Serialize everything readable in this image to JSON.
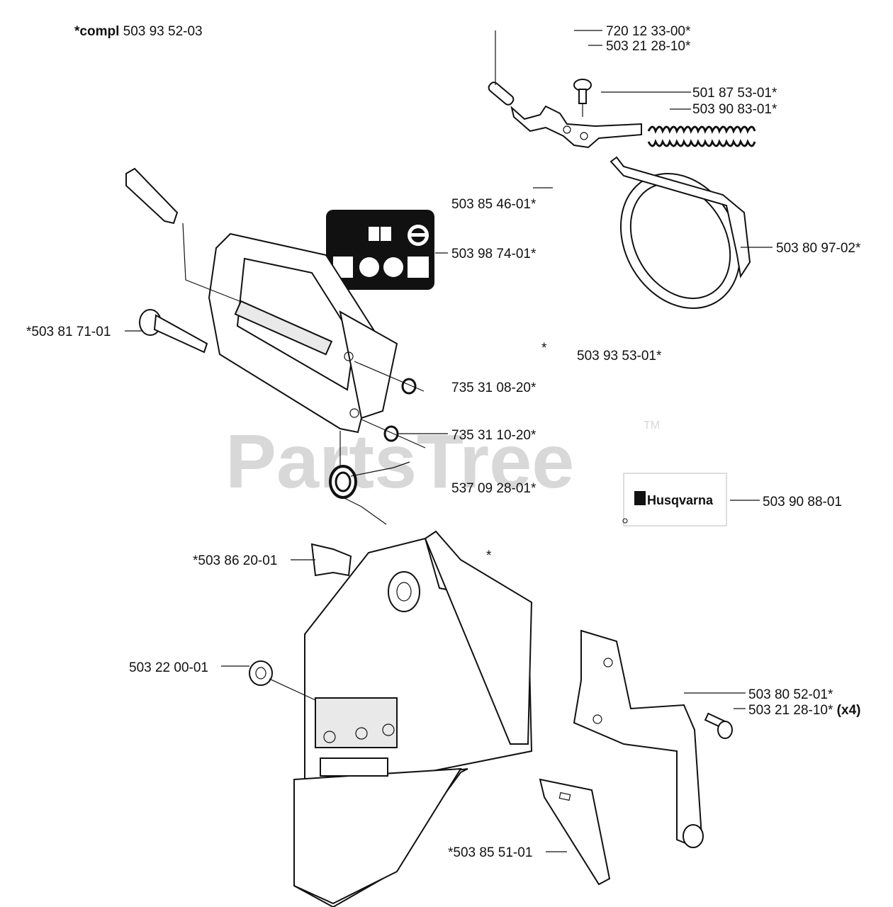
{
  "header": {
    "prefix": "*compl",
    "number": "503 93 52-03"
  },
  "watermark": {
    "text": "PartsTree",
    "tm": "TM"
  },
  "decal": {
    "brand": "Husqvarna"
  },
  "asterisks": [
    "*",
    "*"
  ],
  "labels": [
    {
      "id": "p1",
      "text": "720 12 33-00*"
    },
    {
      "id": "p2",
      "text": "503 21 28-10*"
    },
    {
      "id": "p3",
      "text": "501 87 53-01*"
    },
    {
      "id": "p4",
      "text": "503 90 83-01*"
    },
    {
      "id": "p5",
      "text": "503 85 46-01*"
    },
    {
      "id": "p6",
      "text": "503 98 74-01*"
    },
    {
      "id": "p7",
      "text": "503 80 97-02*"
    },
    {
      "id": "p8",
      "text": "*503 81 71-01"
    },
    {
      "id": "p9",
      "text": "503 93 53-01*"
    },
    {
      "id": "p10",
      "text": "735 31 08-20*"
    },
    {
      "id": "p11",
      "text": "735 31 10-20*"
    },
    {
      "id": "p12",
      "text": "537 09 28-01*"
    },
    {
      "id": "p13",
      "text": "503 90 88-01"
    },
    {
      "id": "p14",
      "text": "*503 86 20-01"
    },
    {
      "id": "p15",
      "text": "503 22 00-01"
    },
    {
      "id": "p16",
      "text": "503 80 52-01*"
    },
    {
      "id": "p17",
      "text": "503 21 28-10*",
      "suffix": "(x4)"
    },
    {
      "id": "p18",
      "text": "*503 85 51-01"
    }
  ]
}
